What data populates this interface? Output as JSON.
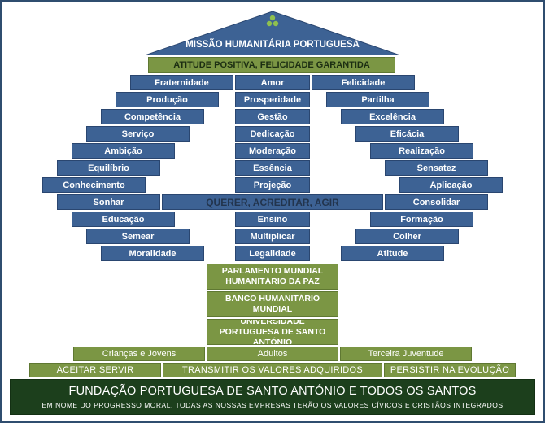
{
  "roof": {
    "title": "MISSÃO HUMANITÁRIA PORTUGUESA",
    "emblem": "three-dot-emblem",
    "color": "#3d6294"
  },
  "attitude_bar": "ATITUDE POSITIVA, FELICIDADE GARANTIDA",
  "left_column": [
    "Fraternidade",
    "Produção",
    "Competência",
    "Serviço",
    "Ambição",
    "Equilíbrio",
    "Conhecimento",
    "Sonhar",
    "Educação",
    "Semear",
    "Moralidade"
  ],
  "center_column": [
    "Amor",
    "Prosperidade",
    "Gestão",
    "Dedicação",
    "Moderação",
    "Essência",
    "Projeção",
    "Ensino",
    "Multiplicar",
    "Legalidade"
  ],
  "right_column": [
    "Felicidade",
    "Partilha",
    "Excelência",
    "Eficácia",
    "Realização",
    "Sensatez",
    "Aplicação",
    "Consolidar",
    "Formação",
    "Colher",
    "Atitude"
  ],
  "crossbar": "QUERER, ACREDITAR, AGIR",
  "trunk": [
    "PARLAMENTO MUNDIAL HUMANITÁRIO DA PAZ",
    "BANCO HUMANITÁRIO MUNDIAL",
    "UNIVERSIDADE PORTUGUESA DE SANTO ANTÓNIO"
  ],
  "ages": [
    "Crianças e Jovens",
    "Adultos",
    "Terceira Juventude"
  ],
  "base": [
    "ACEITAR SERVIR",
    "TRANSMITIR OS VALORES ADQUIRIDOS",
    "PERSISTIR NA EVOLUÇÃO"
  ],
  "foundation": {
    "title": "FUNDAÇÃO PORTUGUESA DE SANTO ANTÓNIO E TODOS OS SANTOS",
    "subtitle": "EM NOME DO PROGRESSO MORAL, TODAS AS NOSSAS EMPRESAS TERÃO OS VALORES CÍVICOS E CRISTÃOS INTEGRADOS"
  },
  "colors": {
    "blue": "#3d6294",
    "green": "#7b9644",
    "dark_green": "#1c3f1c",
    "frame": "#2f4d6f"
  }
}
